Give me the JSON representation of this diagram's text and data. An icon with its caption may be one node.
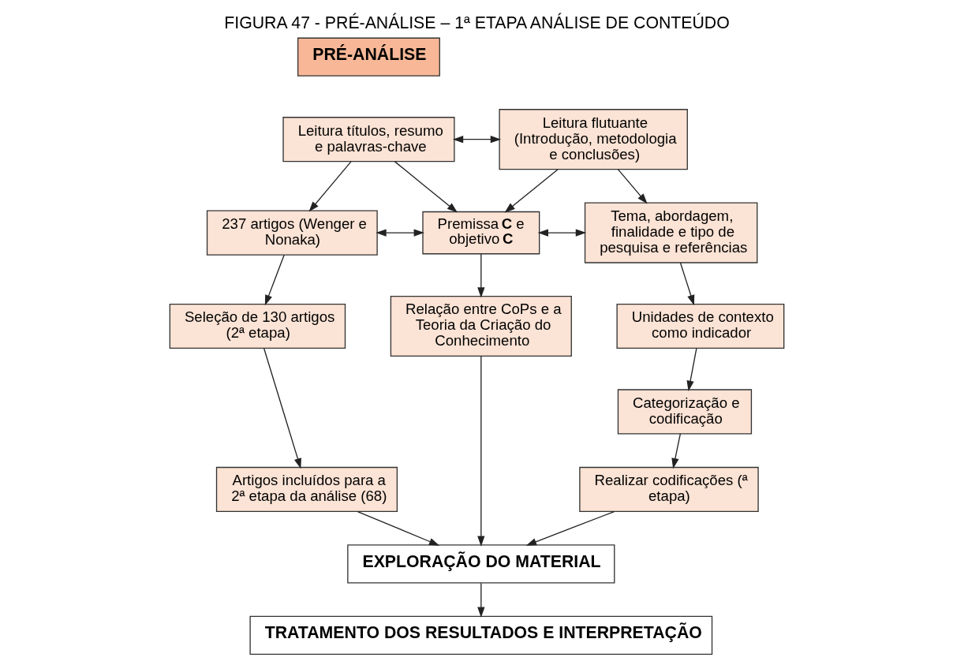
{
  "diagram": {
    "title": "FIGURA 47 - PRÉ-ANÁLISE – 1ª ETAPA ANÁLISE DE CONTEÚDO",
    "nodes": [
      {
        "text": [
          "PRÉ-ANÁLISE"
        ]
      },
      {
        "text": [
          "Leitura títulos, resumo e palavras-chave"
        ]
      },
      {
        "text": [
          "Leitura flutuante (Introdução, metodologia e conclusões)"
        ]
      },
      {
        "text": [
          "237 artigos (Wenger e Nonaka)"
        ]
      },
      {
        "text": [
          "Premissa **C** e objetivo **C**"
        ]
      },
      {
        "text": [
          "Tema, abordagem, finalidade e tipo de pesquisa e referências"
        ]
      },
      {
        "text": [
          "Seleção de 130 artigos (2ª etapa)"
        ]
      },
      {
        "text": [
          "Relação entre CoPs e a Teoria da Criação do Conhecimento"
        ]
      },
      {
        "text": [
          "Unidades de contexto como indicador"
        ]
      },
      {
        "text": [
          "Categorização e codificação"
        ]
      },
      {
        "text": [
          "Artigos incluídos para a 2ª etapa da análise (68)"
        ]
      },
      {
        "text": [
          "Realizar codificações (ª etapa)"
        ]
      },
      {
        "text": [
          "EXPLORAÇÃO DO MATERIAL"
        ]
      },
      {
        "text": [
          "TRATAMENTO DOS RESULTADOS E INTERPRETAÇÃO"
        ]
      }
    ],
    "edges": [
      {
        "from": 1,
        "to": 2,
        "arrow": "both"
      },
      {
        "from": 1,
        "to": 4,
        "arrow": "to"
      },
      {
        "from": 2,
        "to": 4,
        "arrow": "to"
      },
      {
        "from": 1,
        "to": 3,
        "arrow": "to"
      },
      {
        "from": 2,
        "to": 5,
        "arrow": "to"
      },
      {
        "from": 3,
        "to": 4,
        "arrow": "both"
      },
      {
        "from": 4,
        "to": 5,
        "arrow": "both"
      },
      {
        "from": 3,
        "to": 6,
        "arrow": "to"
      },
      {
        "from": 6,
        "to": 10,
        "arrow": "to"
      },
      {
        "from": 4,
        "to": 7,
        "arrow": "to"
      },
      {
        "from": 5,
        "to": 8,
        "arrow": "to"
      },
      {
        "from": 8,
        "to": 9,
        "arrow": "to"
      },
      {
        "from": 9,
        "to": 11,
        "arrow": "to"
      },
      {
        "from": 10,
        "to": 12,
        "arrow": "to"
      },
      {
        "from": 7,
        "to": 12,
        "arrow": "to"
      },
      {
        "from": 11,
        "to": 12,
        "arrow": "to"
      },
      {
        "from": 12,
        "to": 13,
        "arrow": "to"
      }
    ]
  }
}
